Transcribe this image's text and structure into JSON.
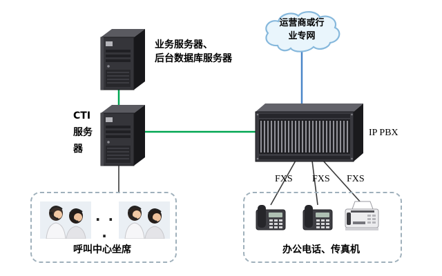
{
  "colors": {
    "green_link": "#00a651",
    "blue_link": "#4a86c8",
    "black_link": "#3a3a3a",
    "dashed_border": "#9fb0bb",
    "cloud_fill": "#e9f5fc",
    "cloud_stroke": "#86b8dc",
    "server_body": "#35353a",
    "pbx_body": "#3a3a40"
  },
  "labels": {
    "app_server": "业务服务器、\n后台数据库服务器",
    "cti_server": "CTI\n服务\n器",
    "cloud": "运营商或行\n业专网",
    "ip_pbx": "IP PBX",
    "fxs": [
      "FXS",
      "FXS",
      "FXS"
    ],
    "call_center": "呼叫中心坐席",
    "office_devices": "办公电话、传真机",
    "agents_ellipsis": "· · ·"
  }
}
